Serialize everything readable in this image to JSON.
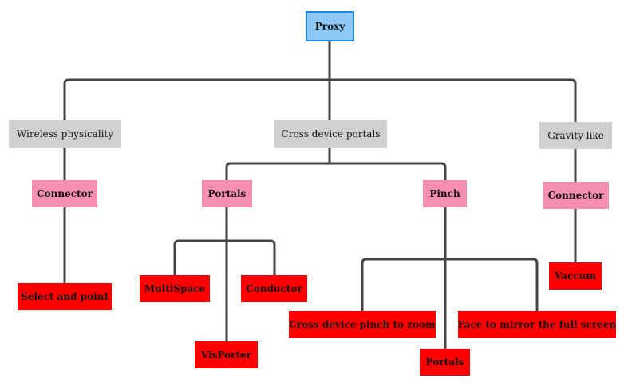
{
  "diagram": {
    "root": "Proxy",
    "categories": [
      "Wireless physicality",
      "Cross device portals",
      "Gravity like"
    ],
    "sub_nodes": {
      "wireless_connector": "Connector",
      "portals": "Portals",
      "pinch": "Pinch",
      "gravity_connector": "Connector"
    },
    "leaves": {
      "select_and_point": "Select and point",
      "multispace": "MultiSpace",
      "conductor": "Conductor",
      "visporter": "VisPorter",
      "pinch_to_zoom": "Cross device pinch to zoom",
      "face_to_mirror": "Face to mirror the full screen",
      "pinch_portals": "Portals",
      "vaccum": "Vaccum"
    },
    "colors": {
      "root_fill": "#8ec8f6",
      "root_border": "#1e88e5",
      "category_fill": "#d0d0d0",
      "sub_fill": "#f48fb1",
      "leaf_fill": "#ff0000",
      "connector": "#444444"
    }
  }
}
